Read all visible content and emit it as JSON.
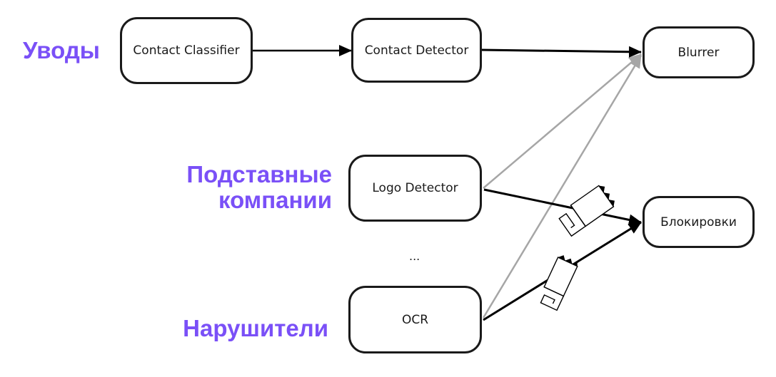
{
  "colors": {
    "accent": "#7a50f7",
    "edge_primary": "#000000",
    "edge_secondary": "#a6a6a6",
    "node_border": "#1a1a1a"
  },
  "labels": {
    "row1": "Уводы",
    "row2_line1": "Подставные",
    "row2_line2": "компании",
    "row3": "Нарушители"
  },
  "nodes": {
    "contact_classifier": "Contact Classifier",
    "contact_detector": "Contact Detector",
    "blurrer": "Blurrer",
    "logo_detector": "Logo Detector",
    "ocr": "OCR",
    "blocks": "Блокировки",
    "ellipsis": "..."
  },
  "edges": [
    {
      "from": "contact_classifier",
      "to": "contact_detector",
      "style": "primary"
    },
    {
      "from": "contact_detector",
      "to": "blurrer",
      "style": "primary"
    },
    {
      "from": "logo_detector",
      "to": "blurrer",
      "style": "secondary"
    },
    {
      "from": "ocr",
      "to": "blurrer",
      "style": "secondary"
    },
    {
      "from": "logo_detector",
      "to": "blocks",
      "style": "primary",
      "marker": "key-icon"
    },
    {
      "from": "ocr",
      "to": "blocks",
      "style": "primary",
      "marker": "key-icon"
    }
  ]
}
